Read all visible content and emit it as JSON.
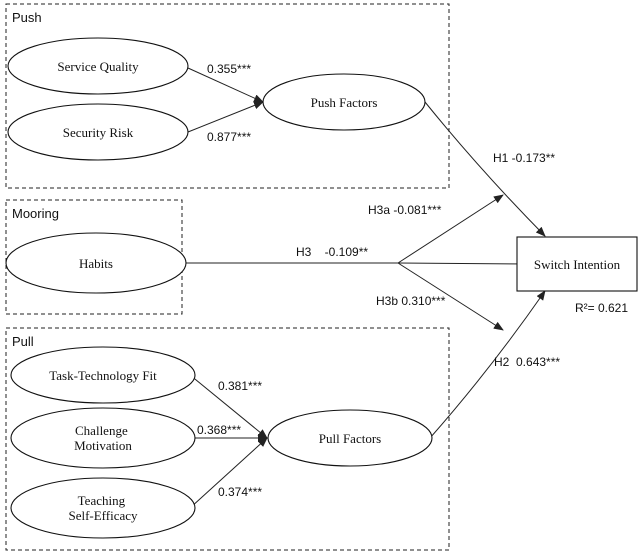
{
  "groups": {
    "push": "Push",
    "mooring": "Mooring",
    "pull": "Pull"
  },
  "nodes": {
    "service_quality": "Service Quality",
    "security_risk": "Security Risk",
    "push_factors": "Push Factors",
    "habits": "Habits",
    "switch_intention": "Switch Intention",
    "task_technology_fit": "Task-Technology Fit",
    "challenge_motivation": [
      "Challenge",
      "Motivation"
    ],
    "teaching_self_efficacy": [
      "Teaching",
      "Self-Efficacy"
    ],
    "pull_factors": "Pull Factors"
  },
  "paths": {
    "service_quality": "0.355***",
    "security_risk": "0.877***",
    "task_technology_fit": "0.381***",
    "challenge_motivation": "0.368***",
    "teaching_self_efficacy": "0.374***",
    "h1": "H1  -0.173**",
    "h2": "H2  0.643***",
    "h3": "H3    -0.109**",
    "h3a": "H3a -0.081***",
    "h3b": "H3b 0.310***"
  },
  "r_squared": "R²= 0.621"
}
